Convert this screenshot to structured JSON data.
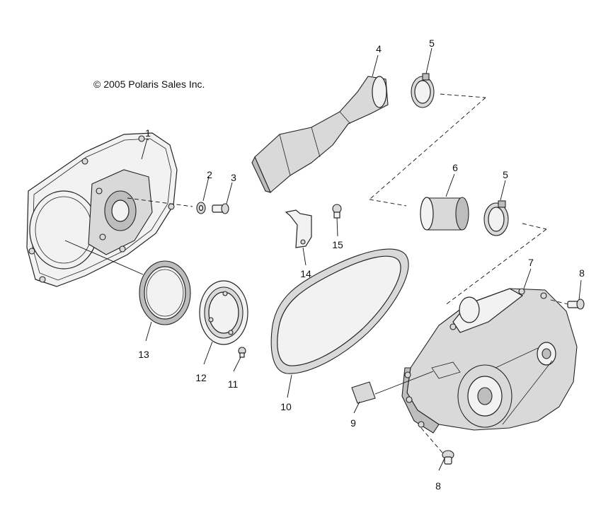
{
  "copyright": "© 2005 Polaris Sales Inc.",
  "callouts": {
    "c1": "1",
    "c2": "2",
    "c3": "3",
    "c4": "4",
    "c5a": "5",
    "c5b": "5",
    "c6": "6",
    "c7": "7",
    "c8a": "8",
    "c8b": "8",
    "c9": "9",
    "c10": "10",
    "c11": "11",
    "c12": "12",
    "c13": "13",
    "c14": "14",
    "c15": "15"
  },
  "colors": {
    "ink": "#111111",
    "part_fill": "#f2f2f2",
    "shade": "#bdbdbd"
  }
}
